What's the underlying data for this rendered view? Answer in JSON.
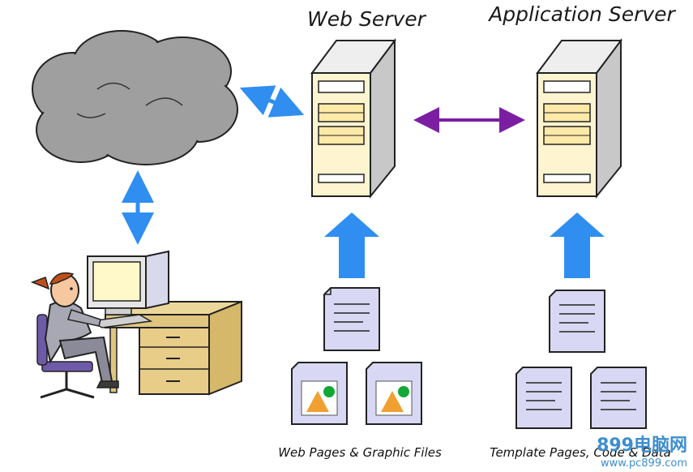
{
  "labels": {
    "web_server": "Web Server",
    "app_server": "Application Server",
    "web_files": "Web Pages & Graphic Files",
    "app_files": "Template Pages, Code & Data"
  },
  "watermark": {
    "main": "899电脑网",
    "url": "www.pc899.com"
  },
  "colors": {
    "cloud": "#9f9f9f",
    "arrow_blue": "#2f8ef0",
    "arrow_purple": "#7b1fa2",
    "server_body": "#fff4d0",
    "document": "#d8d8f4"
  }
}
